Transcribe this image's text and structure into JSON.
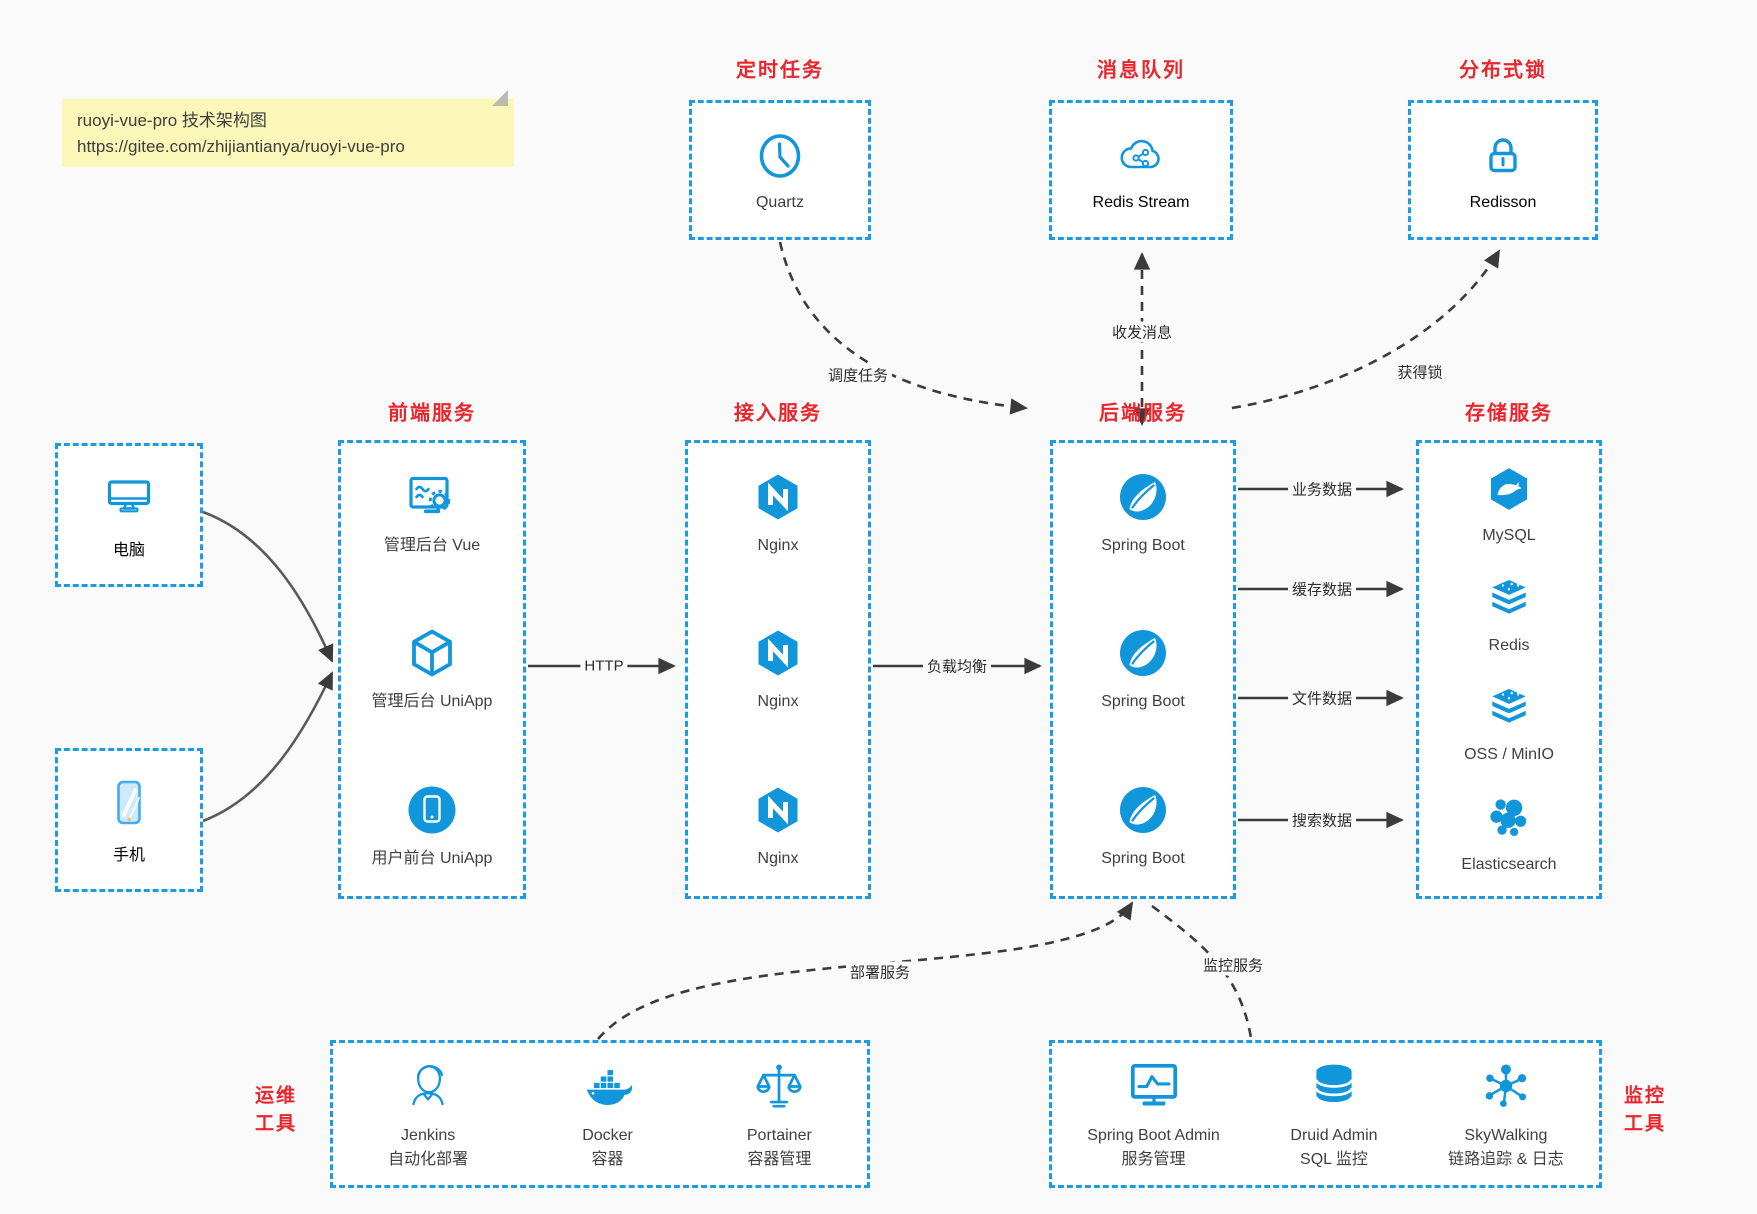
{
  "note": {
    "line1": "ruoyi-vue-pro 技术架构图",
    "line2": "https://gitee.com/zhijiantianya/ruoyi-vue-pro"
  },
  "colors": {
    "accent_blue": "#1296db",
    "border_blue": "#1b9ce2",
    "title_red": "#e8262d",
    "note_yellow": "#fbf7b9",
    "connector_dark": "#3b3b3b",
    "background": "#fafafa"
  },
  "groups": {
    "scheduler": {
      "title": "定时任务",
      "label": "Quartz",
      "icon": "clock-icon"
    },
    "mq": {
      "title": "消息队列",
      "label": "Redis Stream",
      "icon": "cloud-stream-icon"
    },
    "lock": {
      "title": "分布式锁",
      "label": "Redisson",
      "icon": "padlock-icon"
    },
    "clients": {
      "computer": {
        "label": "电脑",
        "icon": "desktop-icon"
      },
      "phone": {
        "label": "手机",
        "icon": "smartphone-icon"
      }
    },
    "frontend": {
      "title": "前端服务",
      "items": [
        {
          "label": "管理后台 Vue",
          "icon": "admin-dashboard-gear-icon"
        },
        {
          "label": "管理后台 UniApp",
          "icon": "uniapp-cube-icon"
        },
        {
          "label": "用户前台 UniApp",
          "icon": "mobile-app-circle-icon"
        }
      ]
    },
    "gateway": {
      "title": "接入服务",
      "items": [
        {
          "label": "Nginx",
          "icon": "nginx-hexagon-icon"
        },
        {
          "label": "Nginx",
          "icon": "nginx-hexagon-icon"
        },
        {
          "label": "Nginx",
          "icon": "nginx-hexagon-icon"
        }
      ]
    },
    "backend": {
      "title": "后端服务",
      "items": [
        {
          "label": "Spring Boot",
          "icon": "spring-leaf-icon"
        },
        {
          "label": "Spring Boot",
          "icon": "spring-leaf-icon"
        },
        {
          "label": "Spring Boot",
          "icon": "spring-leaf-icon"
        }
      ]
    },
    "storage": {
      "title": "存储服务",
      "items": [
        {
          "label": "MySQL",
          "icon": "mysql-hexagon-icon"
        },
        {
          "label": "Redis",
          "icon": "redis-stack-icon"
        },
        {
          "label": "OSS / MinIO",
          "icon": "oss-stack-icon"
        },
        {
          "label": "Elasticsearch",
          "icon": "elasticsearch-cluster-icon"
        }
      ]
    },
    "ops": {
      "title_top": "运维",
      "title_bottom": "工具",
      "items": [
        {
          "name": "Jenkins",
          "desc": "自动化部署",
          "icon": "jenkins-butler-icon"
        },
        {
          "name": "Docker",
          "desc": "容器",
          "icon": "docker-whale-icon"
        },
        {
          "name": "Portainer",
          "desc": "容器管理",
          "icon": "portainer-scales-icon"
        }
      ]
    },
    "monitoring": {
      "title_top": "监控",
      "title_bottom": "工具",
      "items": [
        {
          "name": "Spring Boot Admin",
          "desc": "服务管理",
          "icon": "monitor-chart-icon"
        },
        {
          "name": "Druid Admin",
          "desc": "SQL 监控",
          "icon": "database-cylinder-icon"
        },
        {
          "name": "SkyWalking",
          "desc": "链路追踪 & 日志",
          "icon": "skywalking-network-icon"
        }
      ]
    }
  },
  "edges": {
    "http": "HTTP",
    "load_balance": "负载均衡",
    "schedule": "调度任务",
    "messaging": "收发消息",
    "lock": "获得锁",
    "business_data": "业务数据",
    "cache_data": "缓存数据",
    "file_data": "文件数据",
    "search_data": "搜索数据",
    "deploy": "部署服务",
    "monitor": "监控服务"
  }
}
